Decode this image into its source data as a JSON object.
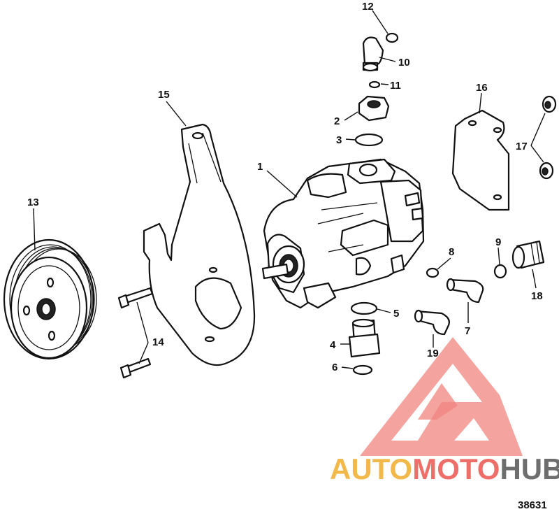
{
  "figure_number": "38631",
  "callouts": [
    "1",
    "2",
    "3",
    "4",
    "5",
    "6",
    "7",
    "8",
    "9",
    "10",
    "11",
    "12",
    "13",
    "14",
    "15",
    "16",
    "17",
    "18",
    "19"
  ],
  "watermark": {
    "text_a": "AUTO",
    "text_b": "MOTO",
    "text_c": "HUB",
    "color_a": "#f2b84a",
    "color_b": "#ee6f6a",
    "color_c": "#6e6e6e",
    "logo_color": "#ee6f6a"
  },
  "icons": [
    "pulley-icon",
    "bracket-icon",
    "pump-icon",
    "fitting-icon",
    "o-ring-icon",
    "elbow-icon",
    "bolt-icon",
    "nut-icon"
  ]
}
